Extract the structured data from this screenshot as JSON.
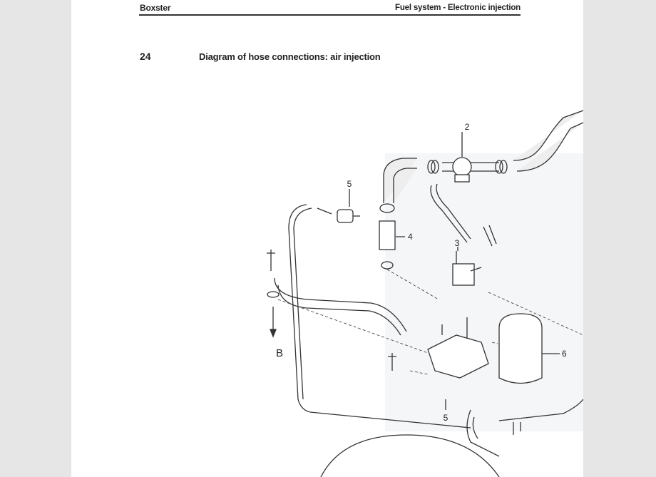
{
  "header": {
    "left": "Boxster",
    "right": "Fuel system - Electronic injection"
  },
  "section": {
    "number": "24",
    "title": "Diagram of hose connections: air injection"
  },
  "diagram": {
    "callouts": [
      "2",
      "5",
      "4",
      "3",
      "B",
      "6",
      "5"
    ]
  }
}
